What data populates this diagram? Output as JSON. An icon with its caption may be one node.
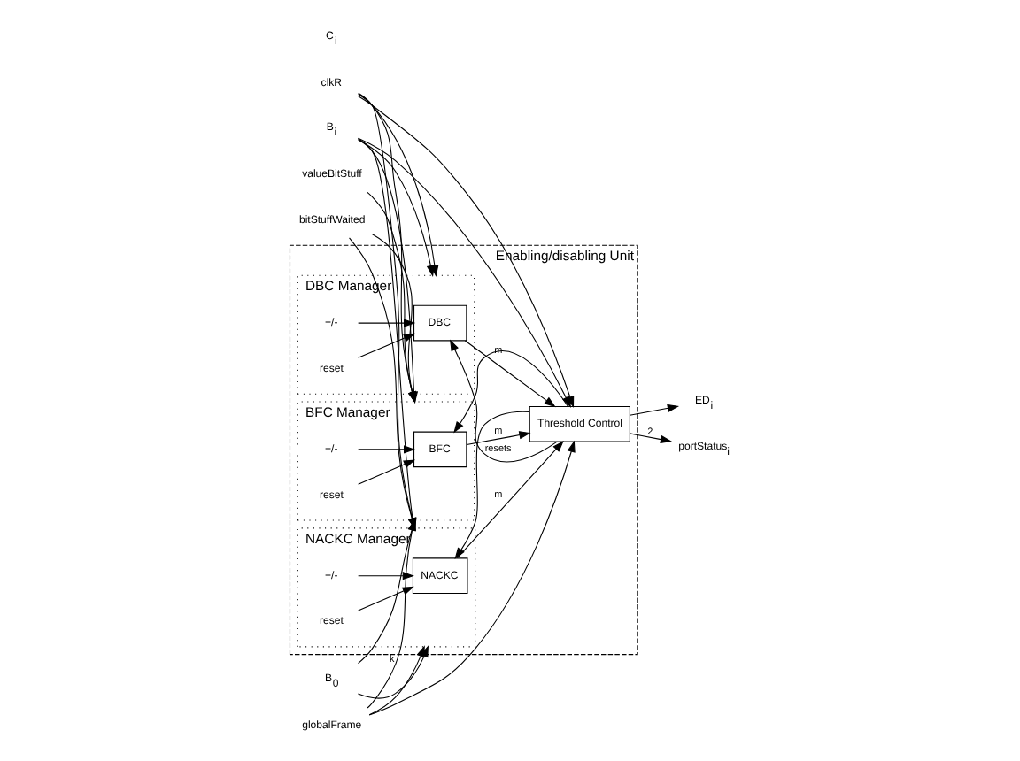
{
  "diagram": {
    "nodes": [
      {
        "text": [
          "Enabling/disabling Unit"
        ]
      },
      {
        "text": [
          "BFC Manager"
        ],
        "in": 0
      },
      {
        "text": [
          "BFC"
        ],
        "in": 1
      },
      {
        "text": [
          "NACKC Manager"
        ],
        "in": 0
      },
      {
        "text": [
          "NACKC"
        ],
        "in": 3
      },
      {
        "text": [
          "DBC Manager"
        ],
        "in": 0
      },
      {
        "text": [
          "DBC"
        ],
        "in": 5
      },
      {
        "text": [
          "Threshold Control"
        ],
        "in": 0
      },
      {
        "text": [
          "B$_{0}$"
        ]
      },
      {
        "text": [
          "clkR"
        ]
      },
      {
        "text": [
          "bitStuffWaited"
        ]
      },
      {
        "text": [
          "valueBitStuff"
        ]
      },
      {
        "text": [
          "globalFrame"
        ]
      },
      {
        "text": [
          "B$_{i}$"
        ]
      },
      {
        "text": [
          "ED$_{i}$"
        ]
      },
      {
        "text": [
          "portStatus$_{i}$"
        ]
      },
      {
        "text": [
          "+/-"
        ],
        "in": 1
      },
      {
        "text": [
          "reset"
        ],
        "in": 1
      },
      {
        "text": [
          "+/-"
        ],
        "in": 3
      },
      {
        "text": [
          "reset"
        ],
        "in": 3
      },
      {
        "text": [
          "+/-"
        ],
        "in": 5
      },
      {
        "text": [
          "reset"
        ],
        "in": 5
      }
    ],
    "edges": [
      {
        "from": 8,
        "to": 1,
        "arrow": "to"
      },
      {
        "from": 12,
        "to": 1,
        "arrow": "to",
        "label": "k"
      },
      {
        "from": 11,
        "to": 1,
        "arrow": "to"
      },
      {
        "from": 10,
        "to": 1,
        "arrow": "to"
      },
      {
        "from": 9,
        "to": 1,
        "arrow": "to"
      },
      {
        "from": 13,
        "to": 1,
        "arrow": "to"
      },
      {
        "from": 8,
        "to": 3,
        "arrow": "to"
      },
      {
        "from": 12,
        "to": 3,
        "arrow": "to"
      },
      {
        "from": 10,
        "to": 3,
        "arrow": "to"
      },
      {
        "from": 9,
        "to": 3,
        "arrow": "to"
      },
      {
        "from": 13,
        "to": 3,
        "arrow": "to"
      },
      {
        "from": 9,
        "to": 5,
        "arrow": "to"
      },
      {
        "from": 13,
        "to": 5,
        "arrow": "to"
      },
      {
        "from": 12,
        "to": 7,
        "arrow": "to"
      },
      {
        "from": 9,
        "to": 7,
        "arrow": "to"
      },
      {
        "from": 13,
        "to": 7,
        "arrow": "to"
      },
      {
        "from": 16,
        "to": 2,
        "arrow": "to"
      },
      {
        "from": 17,
        "to": 2,
        "arrow": "to"
      },
      {
        "from": 18,
        "to": 4,
        "arrow": "to"
      },
      {
        "from": 19,
        "to": 4,
        "arrow": "to"
      },
      {
        "from": 20,
        "to": 6,
        "arrow": "to"
      },
      {
        "from": 21,
        "to": 6,
        "arrow": "to"
      },
      {
        "from": 2,
        "to": 7,
        "arrow": "to",
        "label": "m"
      },
      {
        "from": 4,
        "to": 7,
        "arrow": "to",
        "label": "m"
      },
      {
        "from": 6,
        "to": 7,
        "arrow": "to",
        "label": "m"
      },
      {
        "from": 7,
        "to": 2,
        "arrow": "to"
      },
      {
        "from": 7,
        "to": 4,
        "arrow": "to"
      },
      {
        "from": 7,
        "to": 6,
        "arrow": "to",
        "label": "resets"
      },
      {
        "from": 7,
        "to": 14,
        "arrow": "to"
      },
      {
        "from": 7,
        "to": 15,
        "arrow": "to",
        "label": "2"
      }
    ],
    "labels": [
      "C$_{i}$"
    ]
  }
}
